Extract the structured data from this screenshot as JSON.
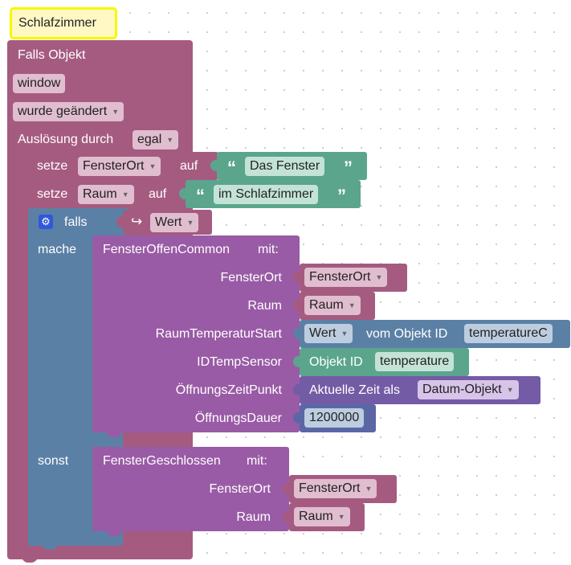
{
  "comment": "Schlafzimmer",
  "event": {
    "title": "Falls Objekt",
    "object_field": "window",
    "trigger_dd": "wurde geändert",
    "ausloesung_label": "Auslösung durch",
    "ausloesung_dd": "egal"
  },
  "set1": {
    "label": "setze",
    "var": "FensterOrt",
    "auf": "auf",
    "value": "Das Fenster"
  },
  "set2": {
    "label": "setze",
    "var": "Raum",
    "auf": "auf",
    "value": "im Schlafzimmer"
  },
  "if_block": {
    "falls": "falls",
    "mache": "mache",
    "sonst": "sonst",
    "cond_var": "Wert"
  },
  "proc_open": {
    "name": "FensterOffenCommon",
    "mit": "mit:",
    "params": [
      {
        "label": "FensterOrt",
        "value": "FensterOrt"
      },
      {
        "label": "Raum",
        "value": "Raum"
      },
      {
        "label": "RaumTemperaturStart",
        "dd": "Wert",
        "middle": "vom Objekt ID",
        "value": "temperatureC"
      },
      {
        "label": "IDTempSensor",
        "middle": "Objekt ID",
        "value": "temperature"
      },
      {
        "label": "ÖffnungsZeitPunkt",
        "middle": "Aktuelle Zeit als",
        "value": "Datum-Objekt"
      },
      {
        "label": "ÖffnungsDauer",
        "value": "1200000"
      }
    ]
  },
  "proc_closed": {
    "name": "FensterGeschlossen",
    "mit": "mit:",
    "params": [
      {
        "label": "FensterOrt",
        "value": "FensterOrt"
      },
      {
        "label": "Raum",
        "value": "Raum"
      }
    ]
  },
  "colors": {
    "event": "#a55b80",
    "if": "#5b80a5",
    "procedure": "#995ba5",
    "text": "#5ba58c",
    "math": "#5b67a5",
    "date": "#745ba5",
    "comment_border": "#f7f700"
  },
  "icons": {
    "gear": "gear-icon",
    "arrow": "dropdown-arrow-icon",
    "return": "return-arrow-icon",
    "quote": "quote-icon"
  }
}
